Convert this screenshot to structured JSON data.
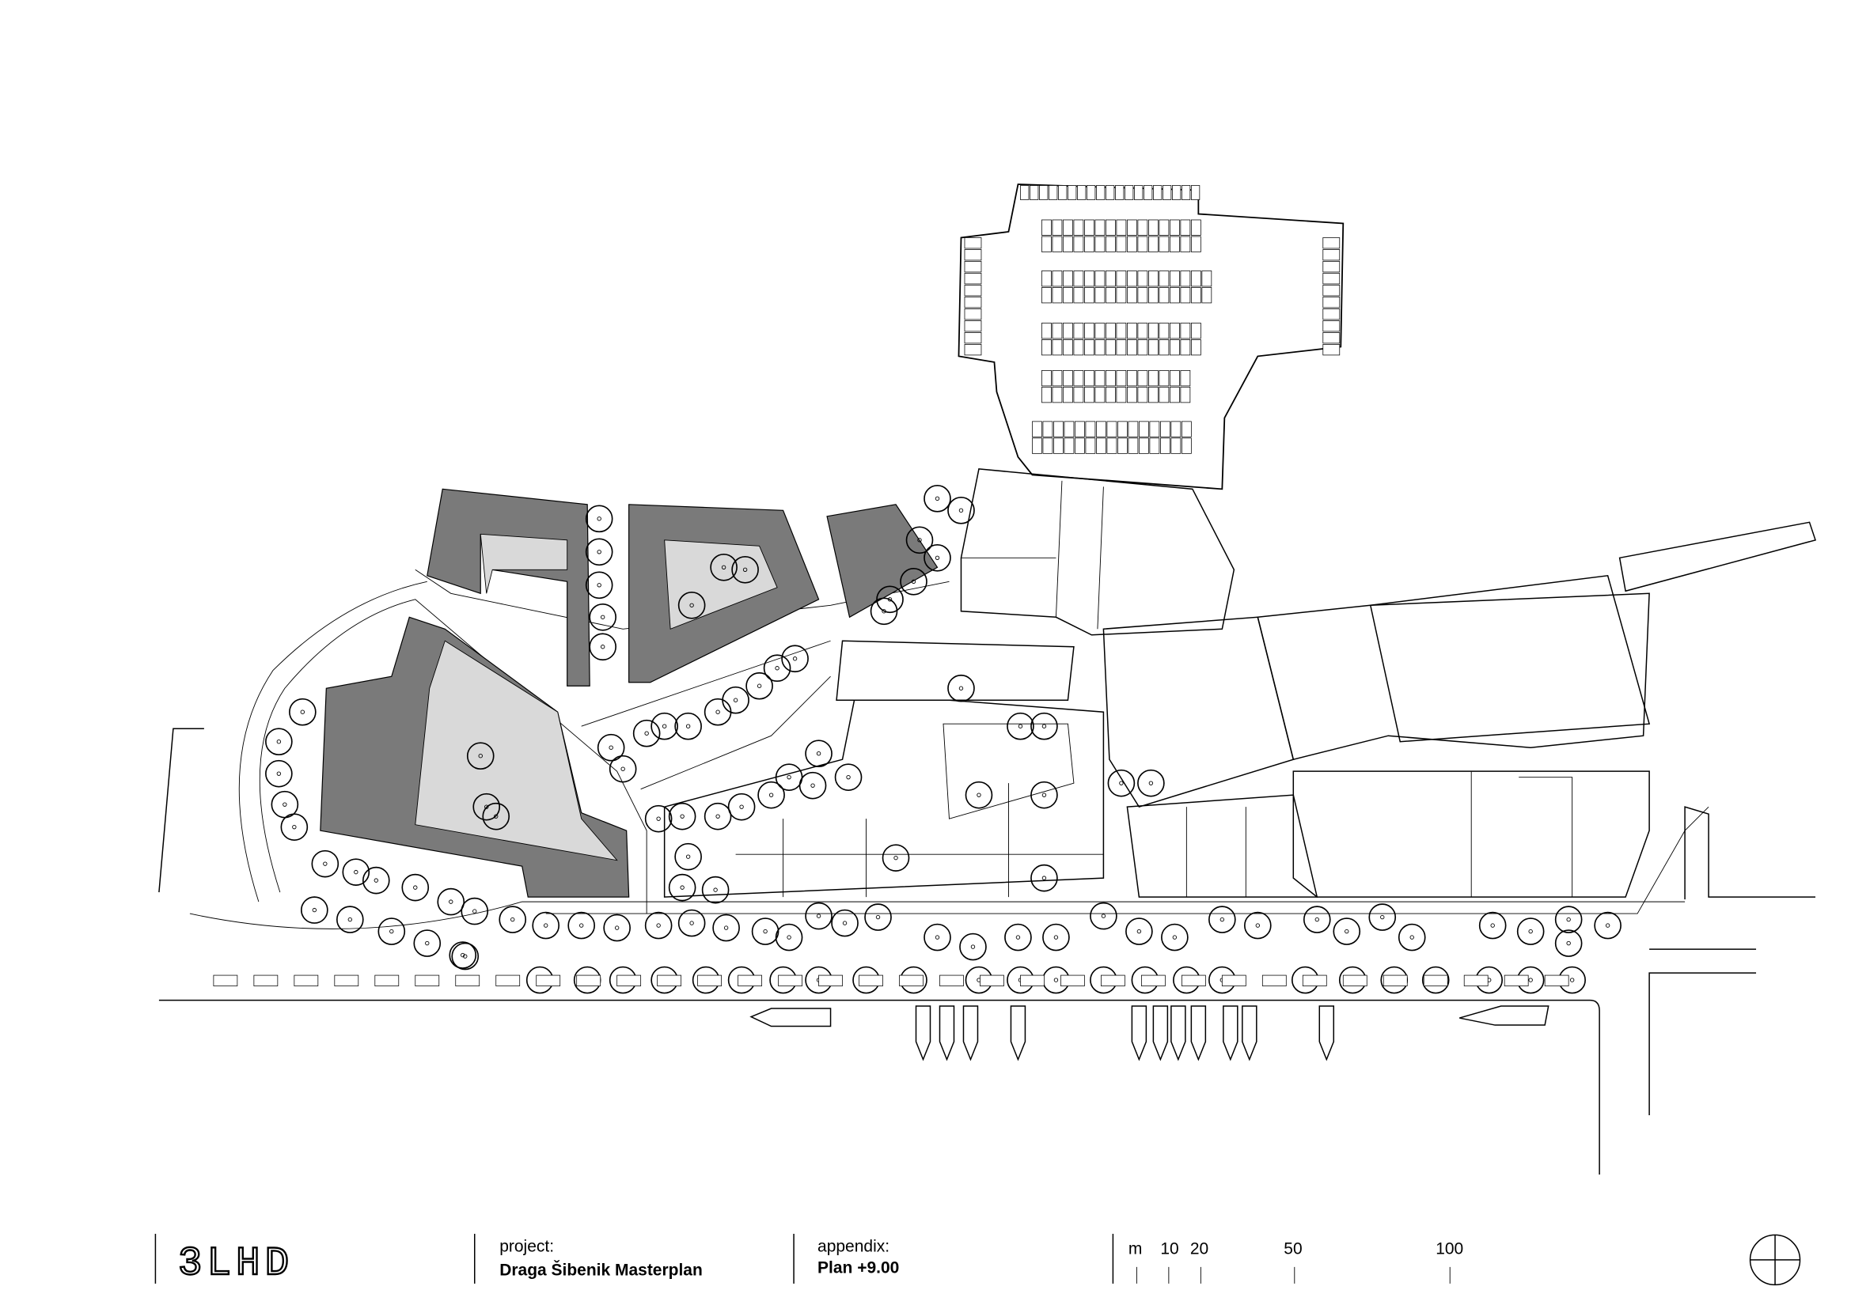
{
  "title_block": {
    "logo": "3LHD",
    "project_label": "project:",
    "project_name": "Draga Šibenik Masterplan",
    "appendix_label": "appendix:",
    "appendix_value": "Plan +9.00",
    "scale_unit": "m",
    "scale_ticks": [
      "10",
      "20",
      "50",
      "100"
    ]
  },
  "colors": {
    "building_fill": "#7a7a7a",
    "courtyard_fill": "#d9d9d9",
    "line": "#000000"
  }
}
